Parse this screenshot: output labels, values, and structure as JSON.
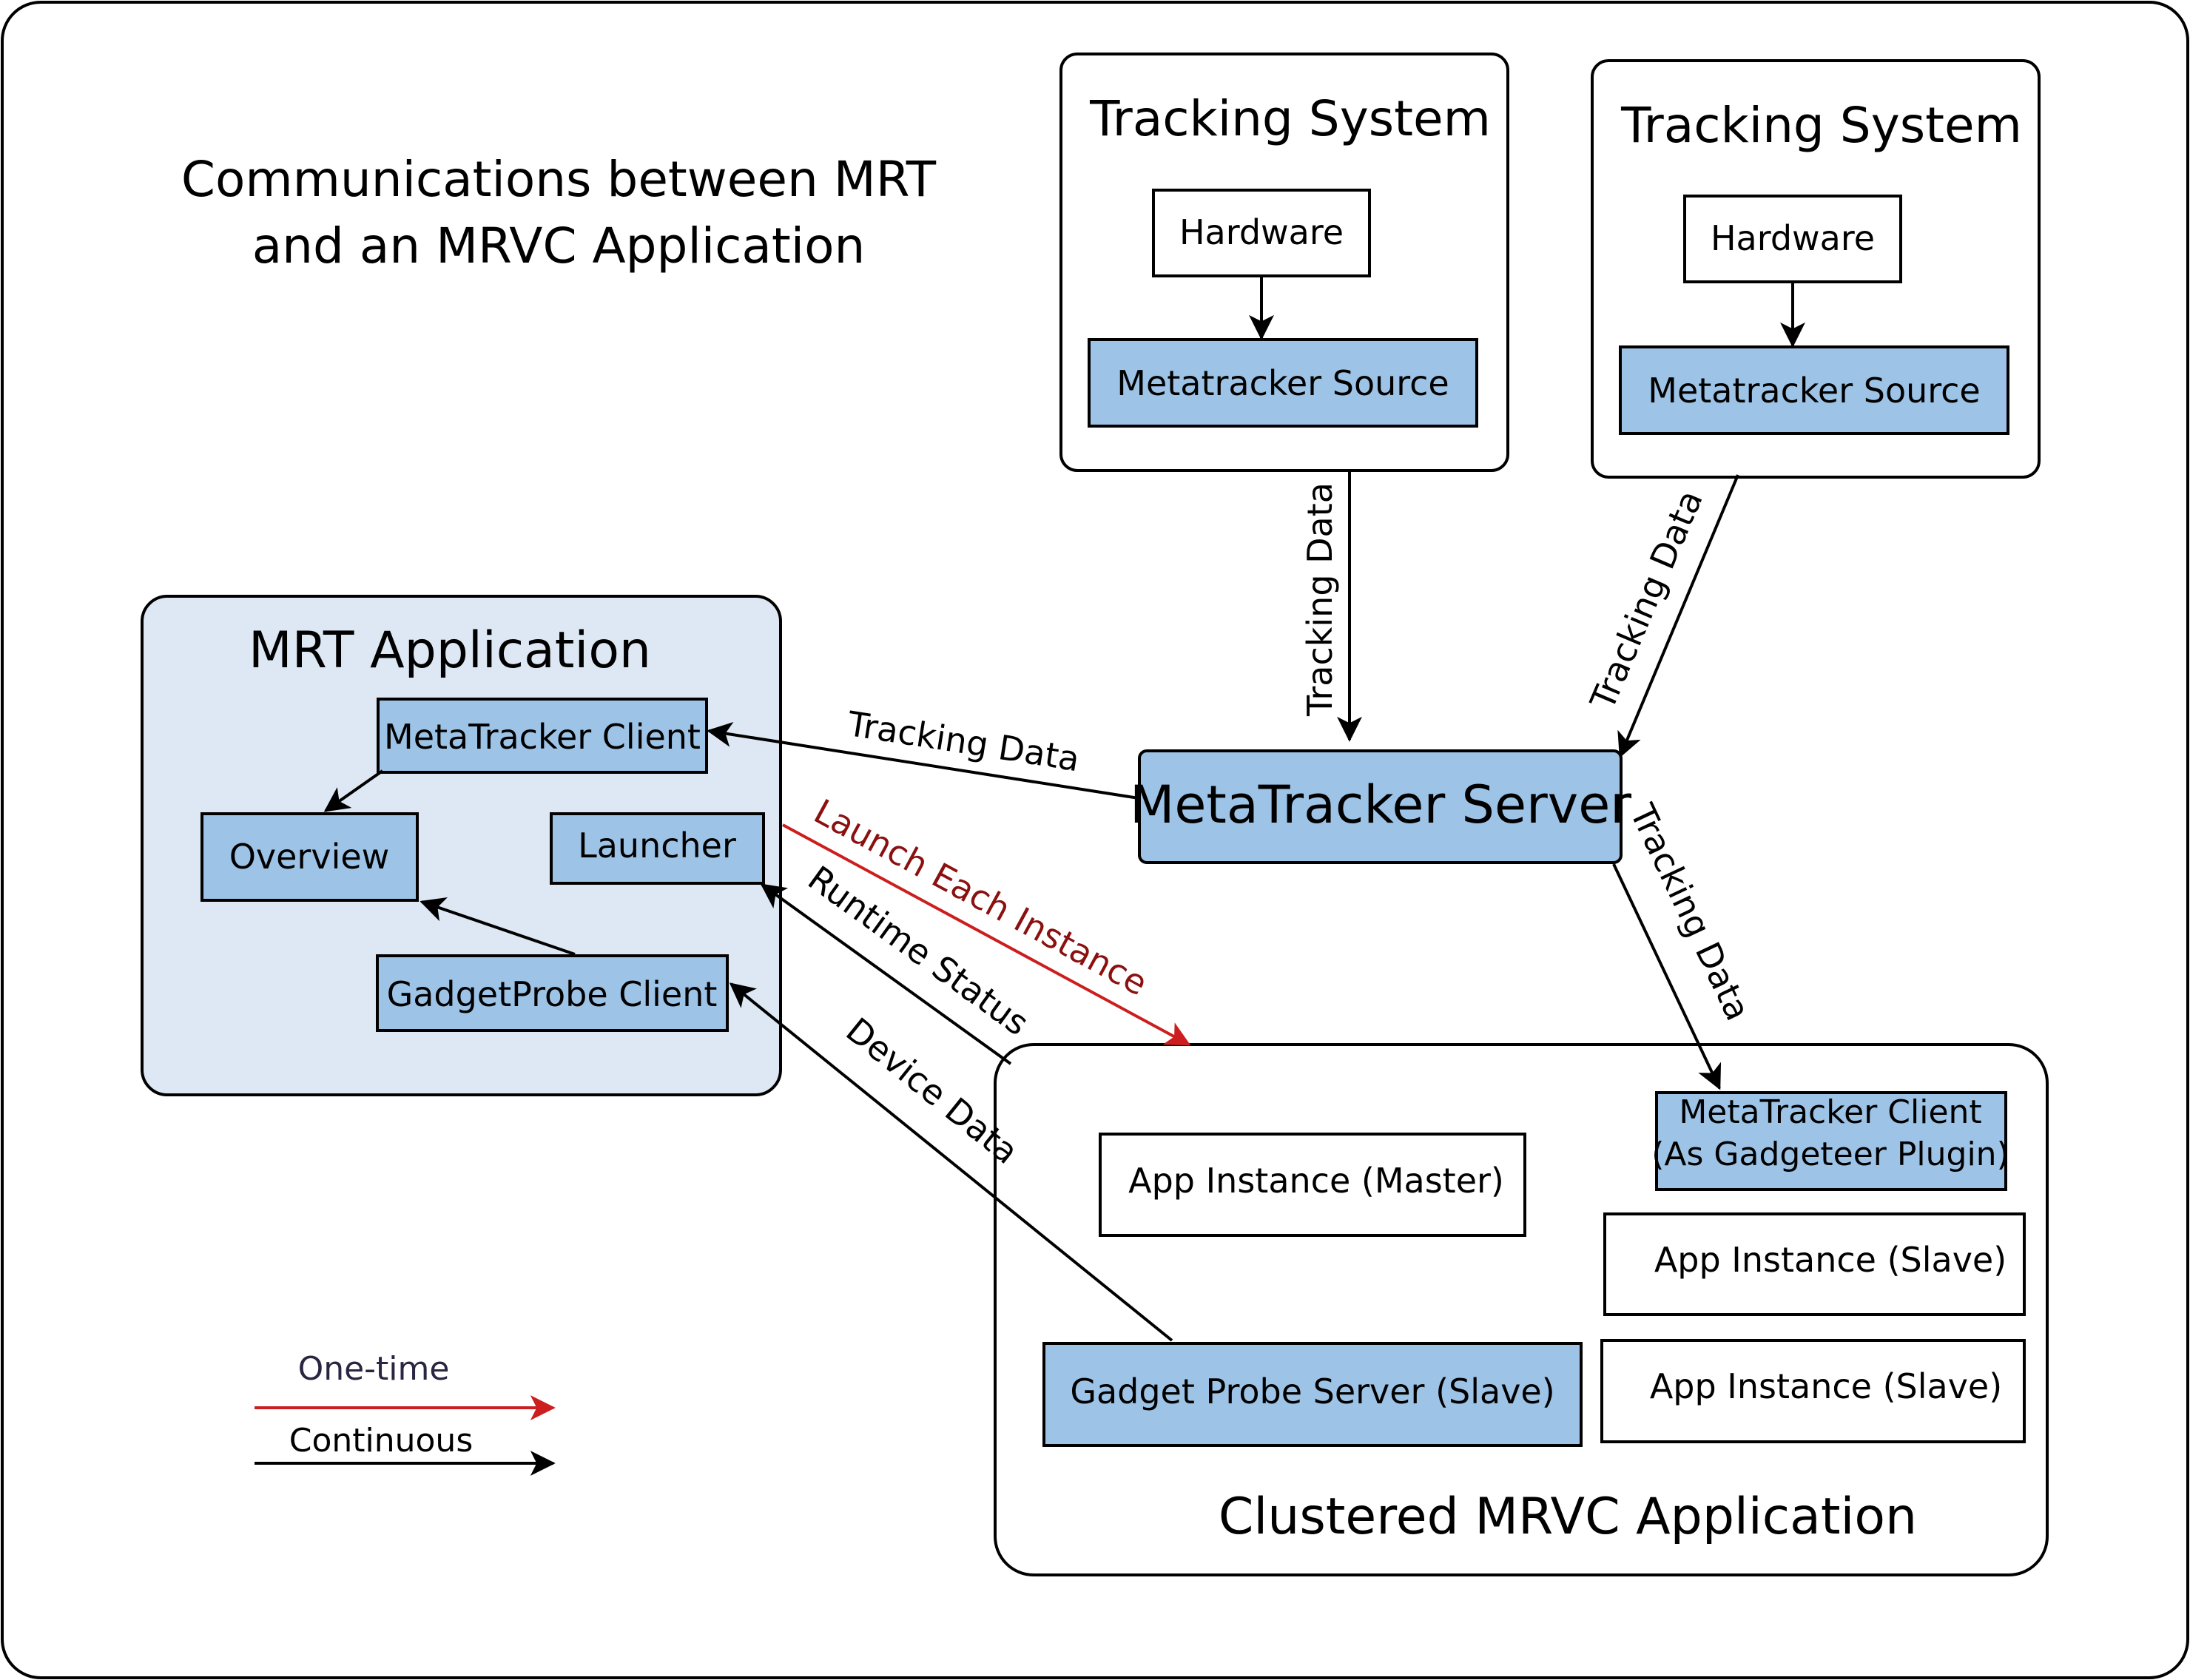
{
  "title": {
    "line1": "Communications between MRT",
    "line2": "and an MRVC Application"
  },
  "tracking_system_1": {
    "label": "Tracking System",
    "hardware": "Hardware",
    "source": "Metatracker Source"
  },
  "tracking_system_2": {
    "label": "Tracking System",
    "hardware": "Hardware",
    "source": "Metatracker Source"
  },
  "mrt_application": {
    "label": "MRT Application",
    "metatracker_client": "MetaTracker Client",
    "overview": "Overview",
    "launcher": "Launcher",
    "gadgetprobe_client": "GadgetProbe Client"
  },
  "metatracker_server": {
    "label": "MetaTracker Server"
  },
  "clustered_app": {
    "label": "Clustered MRVC Application",
    "app_master": "App Instance (Master)",
    "mt_client_line1": "MetaTracker Client",
    "mt_client_line2": "(As Gadgeteer Plugin)",
    "app_slave_1": "App Instance (Slave)",
    "app_slave_2": "App Instance (Slave)",
    "gadget_probe_server": "Gadget Probe Server (Slave)"
  },
  "edges": {
    "tracking_data_1": "Tracking Data",
    "tracking_data_2": "Tracking Data",
    "tracking_data_to_client": "Tracking Data",
    "tracking_data_to_cluster": "Tracking Data",
    "launch_each_instance": "Launch Each Instance",
    "runtime_status": "Runtime Status",
    "device_data": "Device Data"
  },
  "legend": {
    "one_time": "One-time",
    "continuous": "Continuous"
  },
  "colors": {
    "box_blue": "#9dc3e6",
    "panel_light_blue": "#dde8f4",
    "one_time_red": "#cc1e1e",
    "launch_label_red": "#8b1010",
    "legend_one_time_text": "#2a2540",
    "line_black": "#000000"
  }
}
